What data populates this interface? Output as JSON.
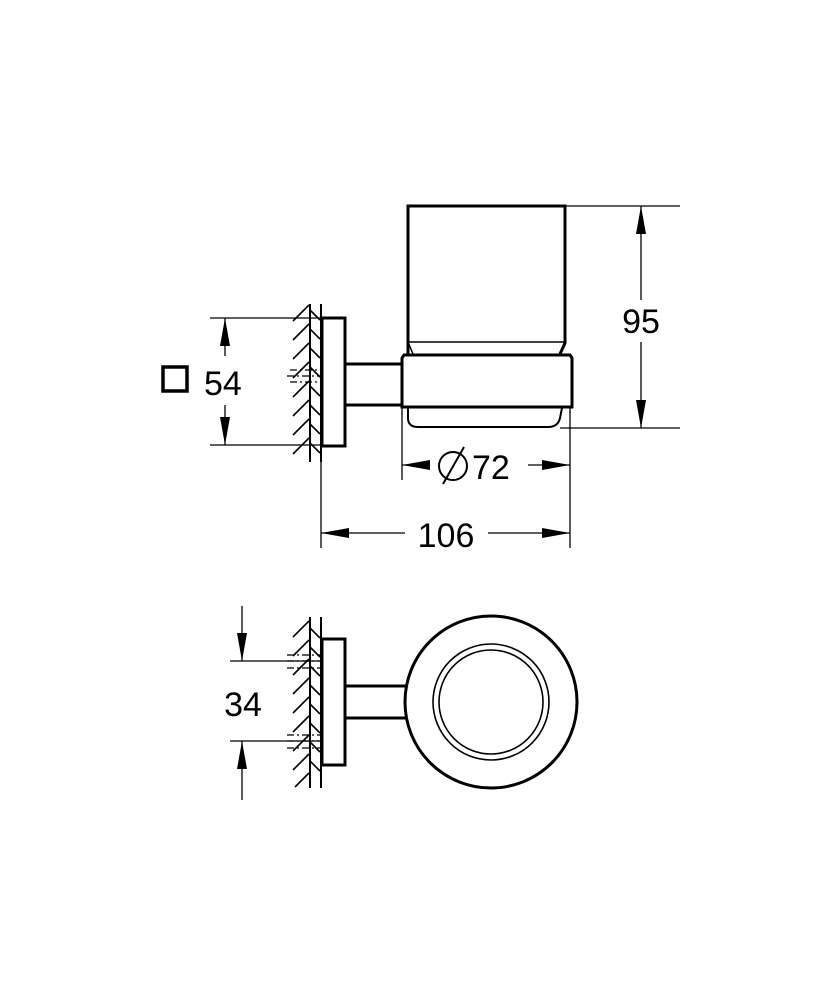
{
  "drawing": {
    "type": "technical-dimension-drawing",
    "subject": "wall-mounted tumbler holder with glass",
    "line_color": "#000000",
    "background": "#ffffff",
    "views": [
      "side-view",
      "top-view"
    ]
  },
  "dimensions": {
    "height": {
      "label": "95",
      "value": 95
    },
    "plate_size": {
      "symbol": "square",
      "label": "54",
      "value": 54
    },
    "cup_diameter": {
      "symbol": "Ø",
      "label": "72",
      "value": 72
    },
    "projection": {
      "label": "106",
      "value": 106
    },
    "hole_spacing": {
      "label": "34",
      "value": 34
    }
  }
}
